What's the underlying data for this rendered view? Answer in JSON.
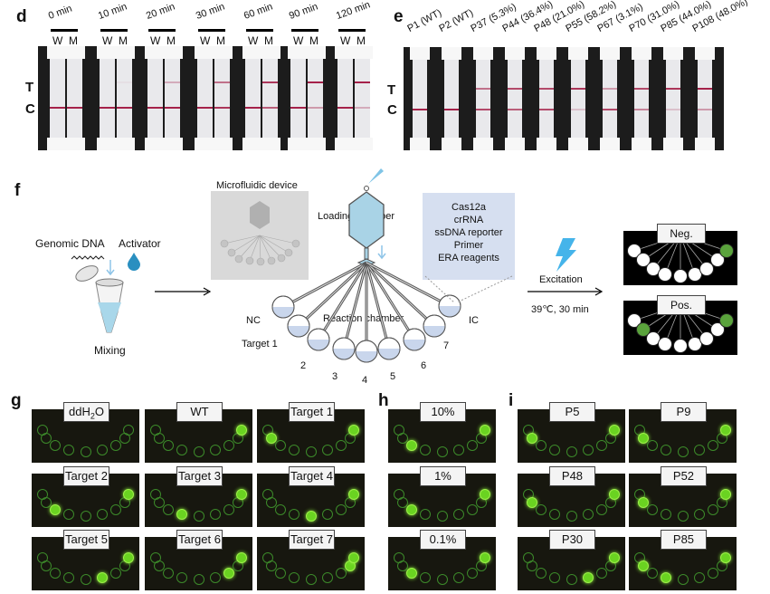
{
  "panels": {
    "d": {
      "letter": "d",
      "time_labels": [
        "0 min",
        "10 min",
        "20 min",
        "30 min",
        "60 min",
        "90 min",
        "120 min"
      ],
      "strip_labels": [
        "W",
        "M"
      ],
      "row_labels": {
        "T": "T",
        "C": "C"
      },
      "results": [
        {
          "time": "0 min",
          "W": {
            "T": 0,
            "C": 1
          },
          "M": {
            "T": 0,
            "C": 1
          }
        },
        {
          "time": "10 min",
          "W": {
            "T": 0,
            "C": 1
          },
          "M": {
            "T": 0.05,
            "C": 1
          }
        },
        {
          "time": "20 min",
          "W": {
            "T": 0,
            "C": 1
          },
          "M": {
            "T": 0.3,
            "C": 1
          }
        },
        {
          "time": "30 min",
          "W": {
            "T": 0,
            "C": 1
          },
          "M": {
            "T": 0.6,
            "C": 0.9
          }
        },
        {
          "time": "60 min",
          "W": {
            "T": 0,
            "C": 1
          },
          "M": {
            "T": 0.9,
            "C": 0.7
          }
        },
        {
          "time": "90 min",
          "W": {
            "T": 0,
            "C": 1
          },
          "M": {
            "T": 1,
            "C": 0.4
          }
        },
        {
          "time": "120 min",
          "W": {
            "T": 0,
            "C": 1
          },
          "M": {
            "T": 1,
            "C": 0.3
          }
        }
      ]
    },
    "e": {
      "letter": "e",
      "samples": [
        "P1 (WT)",
        "P2 (WT)",
        "P37 (5.3%)",
        "P44 (36.4%)",
        "P48 (21.0%)",
        "P55 (58.2%)",
        "P67 (3.1%)",
        "P70 (31.0%)",
        "P85 (44.0%)",
        "P108 (48.0%)"
      ],
      "row_labels": {
        "T": "T",
        "C": "C"
      },
      "bands": [
        {
          "T": 0,
          "C": 1
        },
        {
          "T": 0,
          "C": 1
        },
        {
          "T": 0.6,
          "C": 0.8
        },
        {
          "T": 0.8,
          "C": 0.7
        },
        {
          "T": 0.8,
          "C": 0.8
        },
        {
          "T": 0.9,
          "C": 0.2
        },
        {
          "T": 0.4,
          "C": 0.8
        },
        {
          "T": 0.8,
          "C": 0.5
        },
        {
          "T": 0.9,
          "C": 0.2
        },
        {
          "T": 1,
          "C": 0.4
        }
      ]
    },
    "f": {
      "letter": "f",
      "genomic_dna": "Genomic DNA",
      "activator": "Activator",
      "mixing": "Mixing",
      "microfluidic_device": "Microfluidic device",
      "loading_chamber": "Loading chamber",
      "reaction_chamber": "Reaction chamber",
      "reagents": [
        "Cas12a",
        "crRNA",
        "ssDNA reporter",
        "Primer",
        "ERA reagents"
      ],
      "chamber_labels": [
        "NC",
        "Target 1",
        "2",
        "3",
        "4",
        "5",
        "6",
        "7",
        "IC"
      ],
      "excitation": "Excitation",
      "conditions": "39℃, 30 min",
      "neg_label": "Neg.",
      "pos_label": "Pos."
    },
    "g": {
      "letter": "g",
      "images": [
        {
          "label": "ddH2O",
          "positive": []
        },
        {
          "label": "WT",
          "positive": [
            8
          ]
        },
        {
          "label": "Target 1",
          "positive": [
            1,
            8
          ]
        },
        {
          "label": "Target 2",
          "positive": [
            2,
            8
          ]
        },
        {
          "label": "Target 3",
          "positive": [
            3,
            8
          ]
        },
        {
          "label": "Target 4",
          "positive": [
            4,
            8
          ]
        },
        {
          "label": "Target 5",
          "positive": [
            5,
            8
          ]
        },
        {
          "label": "Target 6",
          "positive": [
            6,
            8
          ]
        },
        {
          "label": "Target 7",
          "positive": [
            7,
            8
          ]
        }
      ]
    },
    "h": {
      "letter": "h",
      "images": [
        {
          "label": "10%",
          "positive": [
            2,
            8
          ]
        },
        {
          "label": "1%",
          "positive": [
            2,
            8
          ]
        },
        {
          "label": "0.1%",
          "positive": [
            2,
            8
          ]
        }
      ]
    },
    "i": {
      "letter": "i",
      "images": [
        {
          "label": "P5",
          "positive": [
            1,
            8
          ]
        },
        {
          "label": "P9",
          "positive": [
            1,
            8
          ]
        },
        {
          "label": "P48",
          "positive": [
            1,
            8
          ]
        },
        {
          "label": "P52",
          "positive": [
            1,
            8
          ]
        },
        {
          "label": "P30",
          "positive": [
            5,
            8
          ]
        },
        {
          "label": "P85",
          "positive": [
            1,
            3,
            8
          ]
        }
      ]
    }
  },
  "colors": {
    "band": "#a5224a",
    "fluor_on": "#6ad321",
    "chamber_fill": "#c9d6ec",
    "loading_fill": "#a9d3e6",
    "reagent_box": "#d6dff0",
    "pos_green": "#5aa33c"
  }
}
